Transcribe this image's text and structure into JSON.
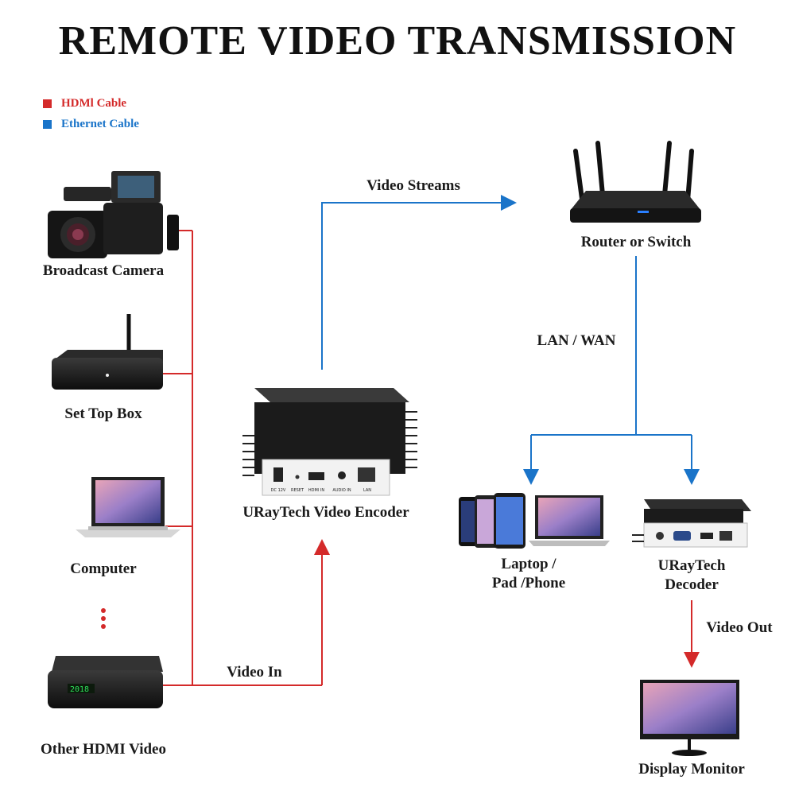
{
  "title": "REMOTE VIDEO TRANSMISSION",
  "legend": [
    {
      "label": "HDMl Cable",
      "color": "#d42a2a"
    },
    {
      "label": "Ethernet Cable",
      "color": "#1a74c9"
    }
  ],
  "sources": {
    "camera": "Broadcast Camera",
    "stb": "Set Top Box",
    "computer": "Computer",
    "other": "Other HDMI Video"
  },
  "encoder": {
    "label": "URayTech Video Encoder",
    "ports": [
      "DC 12V",
      "RESET",
      "HDMI IN",
      "AUDIO IN",
      "LAN"
    ]
  },
  "router": "Router or Switch",
  "links": {
    "video_streams": "Video Streams",
    "lan_wan": "LAN / WAN",
    "video_in": "Video In",
    "video_out": "Video Out"
  },
  "clients": {
    "devices_line1": "Laptop /",
    "devices_line2": "Pad /Phone",
    "decoder_line1": "URayTech",
    "decoder_line2": "Decoder"
  },
  "monitor": "Display Monitor",
  "colors": {
    "hdmi": "#d42a2a",
    "ethernet": "#1a74c9"
  }
}
